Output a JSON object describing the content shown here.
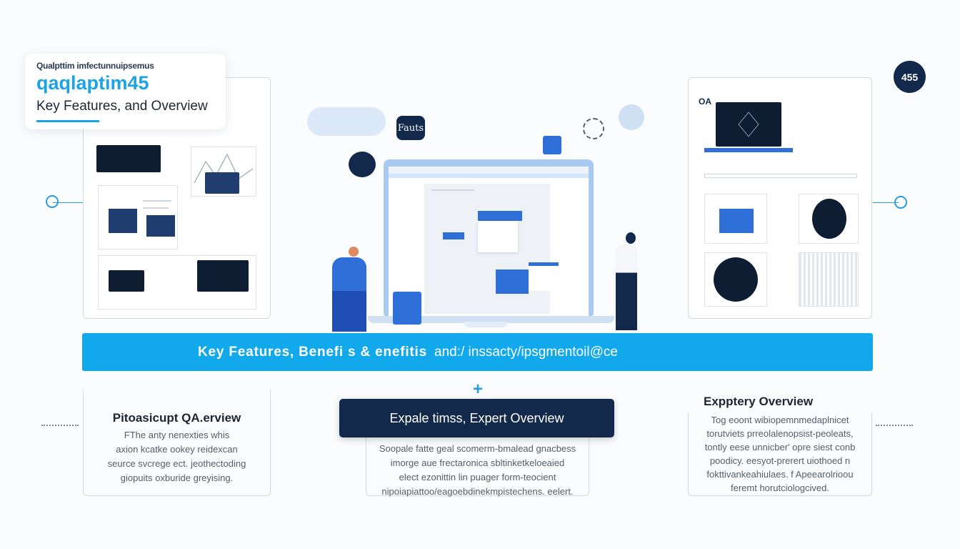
{
  "header": {
    "small_text": "Qualpttim imfectunnuipsemus",
    "brand": "qaqlaptim45",
    "subtitle": "Key Features, and Overview"
  },
  "badge": "455",
  "illustration": {
    "speech_bubble": "Fauts",
    "right_panel_label": "OA"
  },
  "banner": {
    "bold": "Key Features, Benefi s & enefitis",
    "rest": "and:/ inssacty/ipsgmentoil@ce"
  },
  "cards": [
    {
      "title": "Pitoasicupt QA.erview",
      "lines": [
        "FThe anty nenexties whis",
        "axion kcatke ookey reidexcan",
        "seurce svcrege ect. jeothectoding",
        "giopuits oxburide greyising."
      ]
    },
    {
      "title": "Expale timss, Expert Overview",
      "lines": [
        "Soopale fatte geal scomerm-bmalead gnacbess",
        "imorge aue frectaronica sbltinketkeloeaied",
        "elect ezonittin lin puager form-teocient",
        "nipoiapiattoo/eagoebdinekmpistechens. eelert."
      ]
    },
    {
      "title": "Expptery Overview",
      "lines": [
        "Tog eoont wibiopemnmedaplnicet",
        "torutviets prreolalenopsist-peoleats,",
        "tontly eese unnicber' opre siest conb",
        "poodicy. eesyot-prerert uiothoed n",
        "fokttivankeahiulaes. f Apeearolrioou",
        "feremt horutciologcived."
      ]
    }
  ],
  "colors": {
    "accent": "#12a9ec",
    "navy": "#13294b",
    "blue": "#2f6fd8"
  }
}
